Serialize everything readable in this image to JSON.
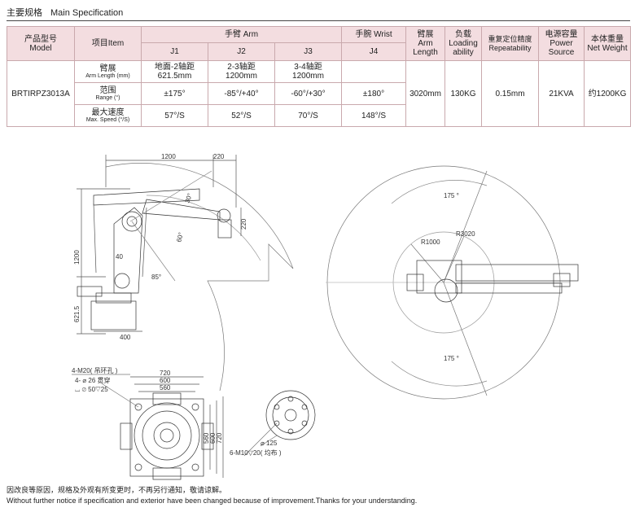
{
  "page": {
    "title_cn": "主要规格",
    "title_en": "Main Specification"
  },
  "table": {
    "model_cn": "产品型号",
    "model_en": "Model",
    "item_label": "项目Item",
    "arm_label": "手臂 Arm",
    "wrist_label": "手腕 Wrist",
    "j1": "J1",
    "j2": "J2",
    "j3": "J3",
    "j4": "J4",
    "arm_length_cn": "臂展",
    "arm_length_en1": "Arm",
    "arm_length_en2": "Length",
    "loading_cn": "负载",
    "loading_en1": "Loading",
    "loading_en2": "ability",
    "repeat_cn": "重复定位精度",
    "repeat_en": "Repeatability",
    "power_cn": "电源容量",
    "power_en1": "Power",
    "power_en2": "Source",
    "weight_cn": "本体重量",
    "weight_en": "Net Weight",
    "model_value": "BRTIRPZ3013A",
    "row_arm_cn": "臂展",
    "row_arm_en": "Arm Length (mm)",
    "row_range_cn": "范围",
    "row_range_en": "Range (°)",
    "row_speed_cn": "最大速度",
    "row_speed_en": "Max. Speed (°/S)",
    "arm_j1_a": "地面-2轴距",
    "arm_j1_b": "621.5mm",
    "arm_j2_a": "2-3轴距",
    "arm_j2_b": "1200mm",
    "arm_j3_a": "3-4轴距",
    "arm_j3_b": "1200mm",
    "arm_j4": "",
    "range_j1": "±175°",
    "range_j2": "-85°/+40°",
    "range_j3": "-60°/+30°",
    "range_j4": "±180°",
    "speed_j1": "57°/S",
    "speed_j2": "52°/S",
    "speed_j3": "70°/S",
    "speed_j4": "148°/S",
    "arm_length_value": "3020mm",
    "loading_value": "130KG",
    "repeat_value": "0.15mm",
    "power_value": "21KVA",
    "weight_value": "约1200KG"
  },
  "drawing": {
    "side": {
      "dim_1200": "1200",
      "dim_220": "220",
      "dim_220_v": "220",
      "dim_1200_v": "1200",
      "dim_6215": "621.5",
      "dim_400": "400",
      "ang_30": "30°",
      "ang_60": "60°",
      "ang_40": "40",
      "ang_85": "85°"
    },
    "top": {
      "ang_top": "175 °",
      "ang_bottom": "175 °",
      "r1000": "R1000",
      "r3020": "R3020"
    },
    "base": {
      "m20": "4-M20( 吊环孔 )",
      "d26": "4- ⌀ 26 贯穿",
      "cb": "⌴ ⌀ 50▽25",
      "w720": "720",
      "w600": "600",
      "w560": "560",
      "h560": "560",
      "h600": "600",
      "h720": "720"
    },
    "flange": {
      "d125": "⌀ 125",
      "m10": "6-M10▽20( 均布 )"
    }
  },
  "notice": {
    "cn": "因改良等原因，规格及外观有所变更时，不再另行通知，敬请谅解。",
    "en": "Without further notice if specification and exterior have been changed because of improvement.Thanks for your understanding."
  }
}
